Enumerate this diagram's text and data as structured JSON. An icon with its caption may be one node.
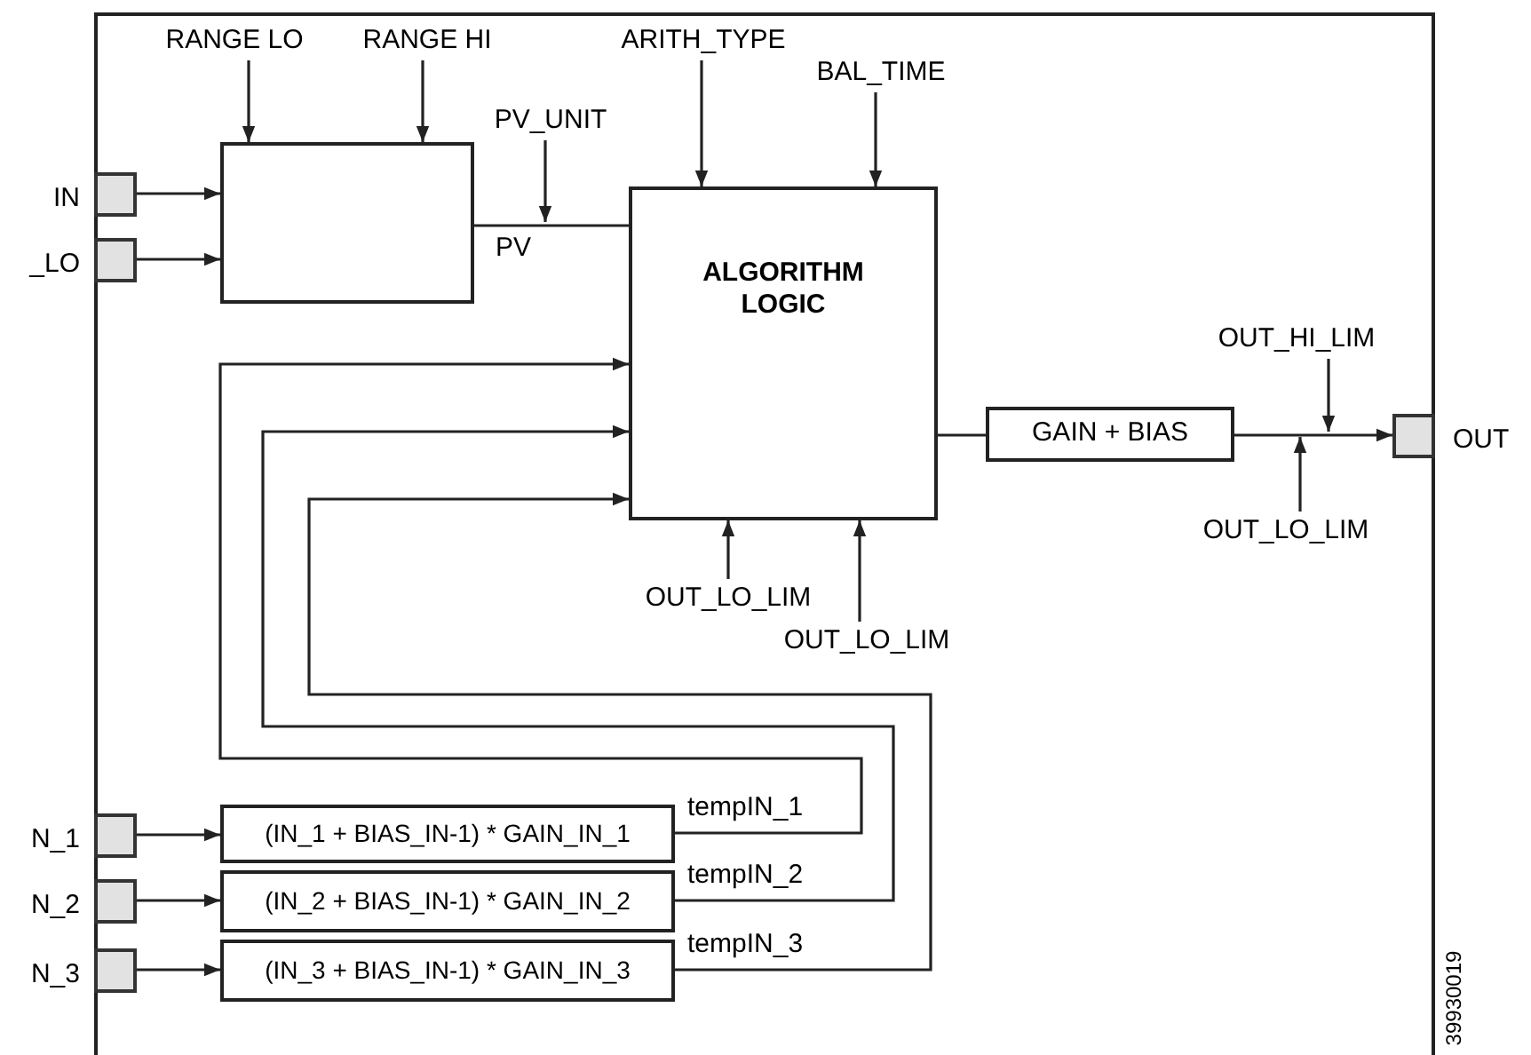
{
  "diagram": {
    "nodes": [
      {
        "text": [
          "RANGE LO"
        ]
      },
      {
        "text": [
          "RANGE HI"
        ]
      },
      {
        "text": [
          "ARITH_TYPE"
        ]
      },
      {
        "text": [
          "BAL_TIME"
        ]
      },
      {
        "text": [
          "PV_UNIT"
        ]
      },
      {
        "text": [],
        "shape": "box",
        "beside": [
          "IN"
        ]
      },
      {
        "text": [],
        "shape": "box"
      },
      {
        "text": [
          "ALGORITHM LOGIC"
        ]
      },
      {
        "text": [],
        "shape": "box",
        "beside": [
          "_LO"
        ]
      },
      {
        "text": [
          "OUT_HI_LIM"
        ]
      },
      {
        "text": [
          "GAIN + BIAS"
        ]
      },
      {
        "text": [],
        "shape": "box",
        "beside": [
          "OUT"
        ]
      },
      {
        "text": [
          "OUT_LO_LIM"
        ]
      },
      {
        "text": [
          "OUT_LO_LIM"
        ]
      },
      {
        "text": [
          "OUT_LO_LIM"
        ]
      },
      {
        "text": [],
        "shape": "box",
        "beside": [
          "N_1"
        ]
      },
      {
        "text": [
          "(IN_1 + BIAS_IN-1) * GAIN_IN_1"
        ]
      },
      {
        "text": [],
        "shape": "box",
        "beside": [
          "N_2"
        ]
      },
      {
        "text": [
          "(IN_2 + BIAS_IN-1) * GAIN_IN_2"
        ]
      },
      {
        "text": [],
        "shape": "box",
        "beside": [
          "N_3"
        ]
      },
      {
        "text": [
          "(IN_3 + BIAS_IN-1) * GAIN_IN_3"
        ]
      }
    ],
    "edges": [
      {
        "from": 0,
        "to": 6,
        "arrow": "to"
      },
      {
        "from": 1,
        "to": 6,
        "arrow": "to"
      },
      {
        "from": 2,
        "to": 7,
        "arrow": "to"
      },
      {
        "from": 3,
        "to": 7,
        "arrow": "to"
      },
      {
        "from": 4,
        "to": null,
        "arrow": "to"
      },
      {
        "from": 5,
        "to": 6,
        "arrow": "to"
      },
      {
        "from": 8,
        "to": 6,
        "arrow": "to"
      },
      {
        "from": 6,
        "to": 7,
        "arrow": "none",
        "label": "PV"
      },
      {
        "from": 7,
        "to": 10,
        "arrow": "none"
      },
      {
        "from": 10,
        "to": 11,
        "arrow": "to"
      },
      {
        "from": 9,
        "to": null,
        "arrow": "to"
      },
      {
        "from": 12,
        "to": null,
        "arrow": "to"
      },
      {
        "from": 13,
        "to": 7,
        "arrow": "to"
      },
      {
        "from": 14,
        "to": 7,
        "arrow": "to"
      },
      {
        "from": 15,
        "to": 16,
        "arrow": "to"
      },
      {
        "from": 17,
        "to": 18,
        "arrow": "to"
      },
      {
        "from": 19,
        "to": 20,
        "arrow": "to"
      },
      {
        "from": 16,
        "to": 7,
        "arrow": "to",
        "label": "tempIN_1"
      },
      {
        "from": 18,
        "to": 7,
        "arrow": "to",
        "label": "tempIN_2"
      },
      {
        "from": 20,
        "to": 7,
        "arrow": "to",
        "label": "tempIN_3"
      }
    ],
    "labels": [
      "39930019"
    ]
  }
}
